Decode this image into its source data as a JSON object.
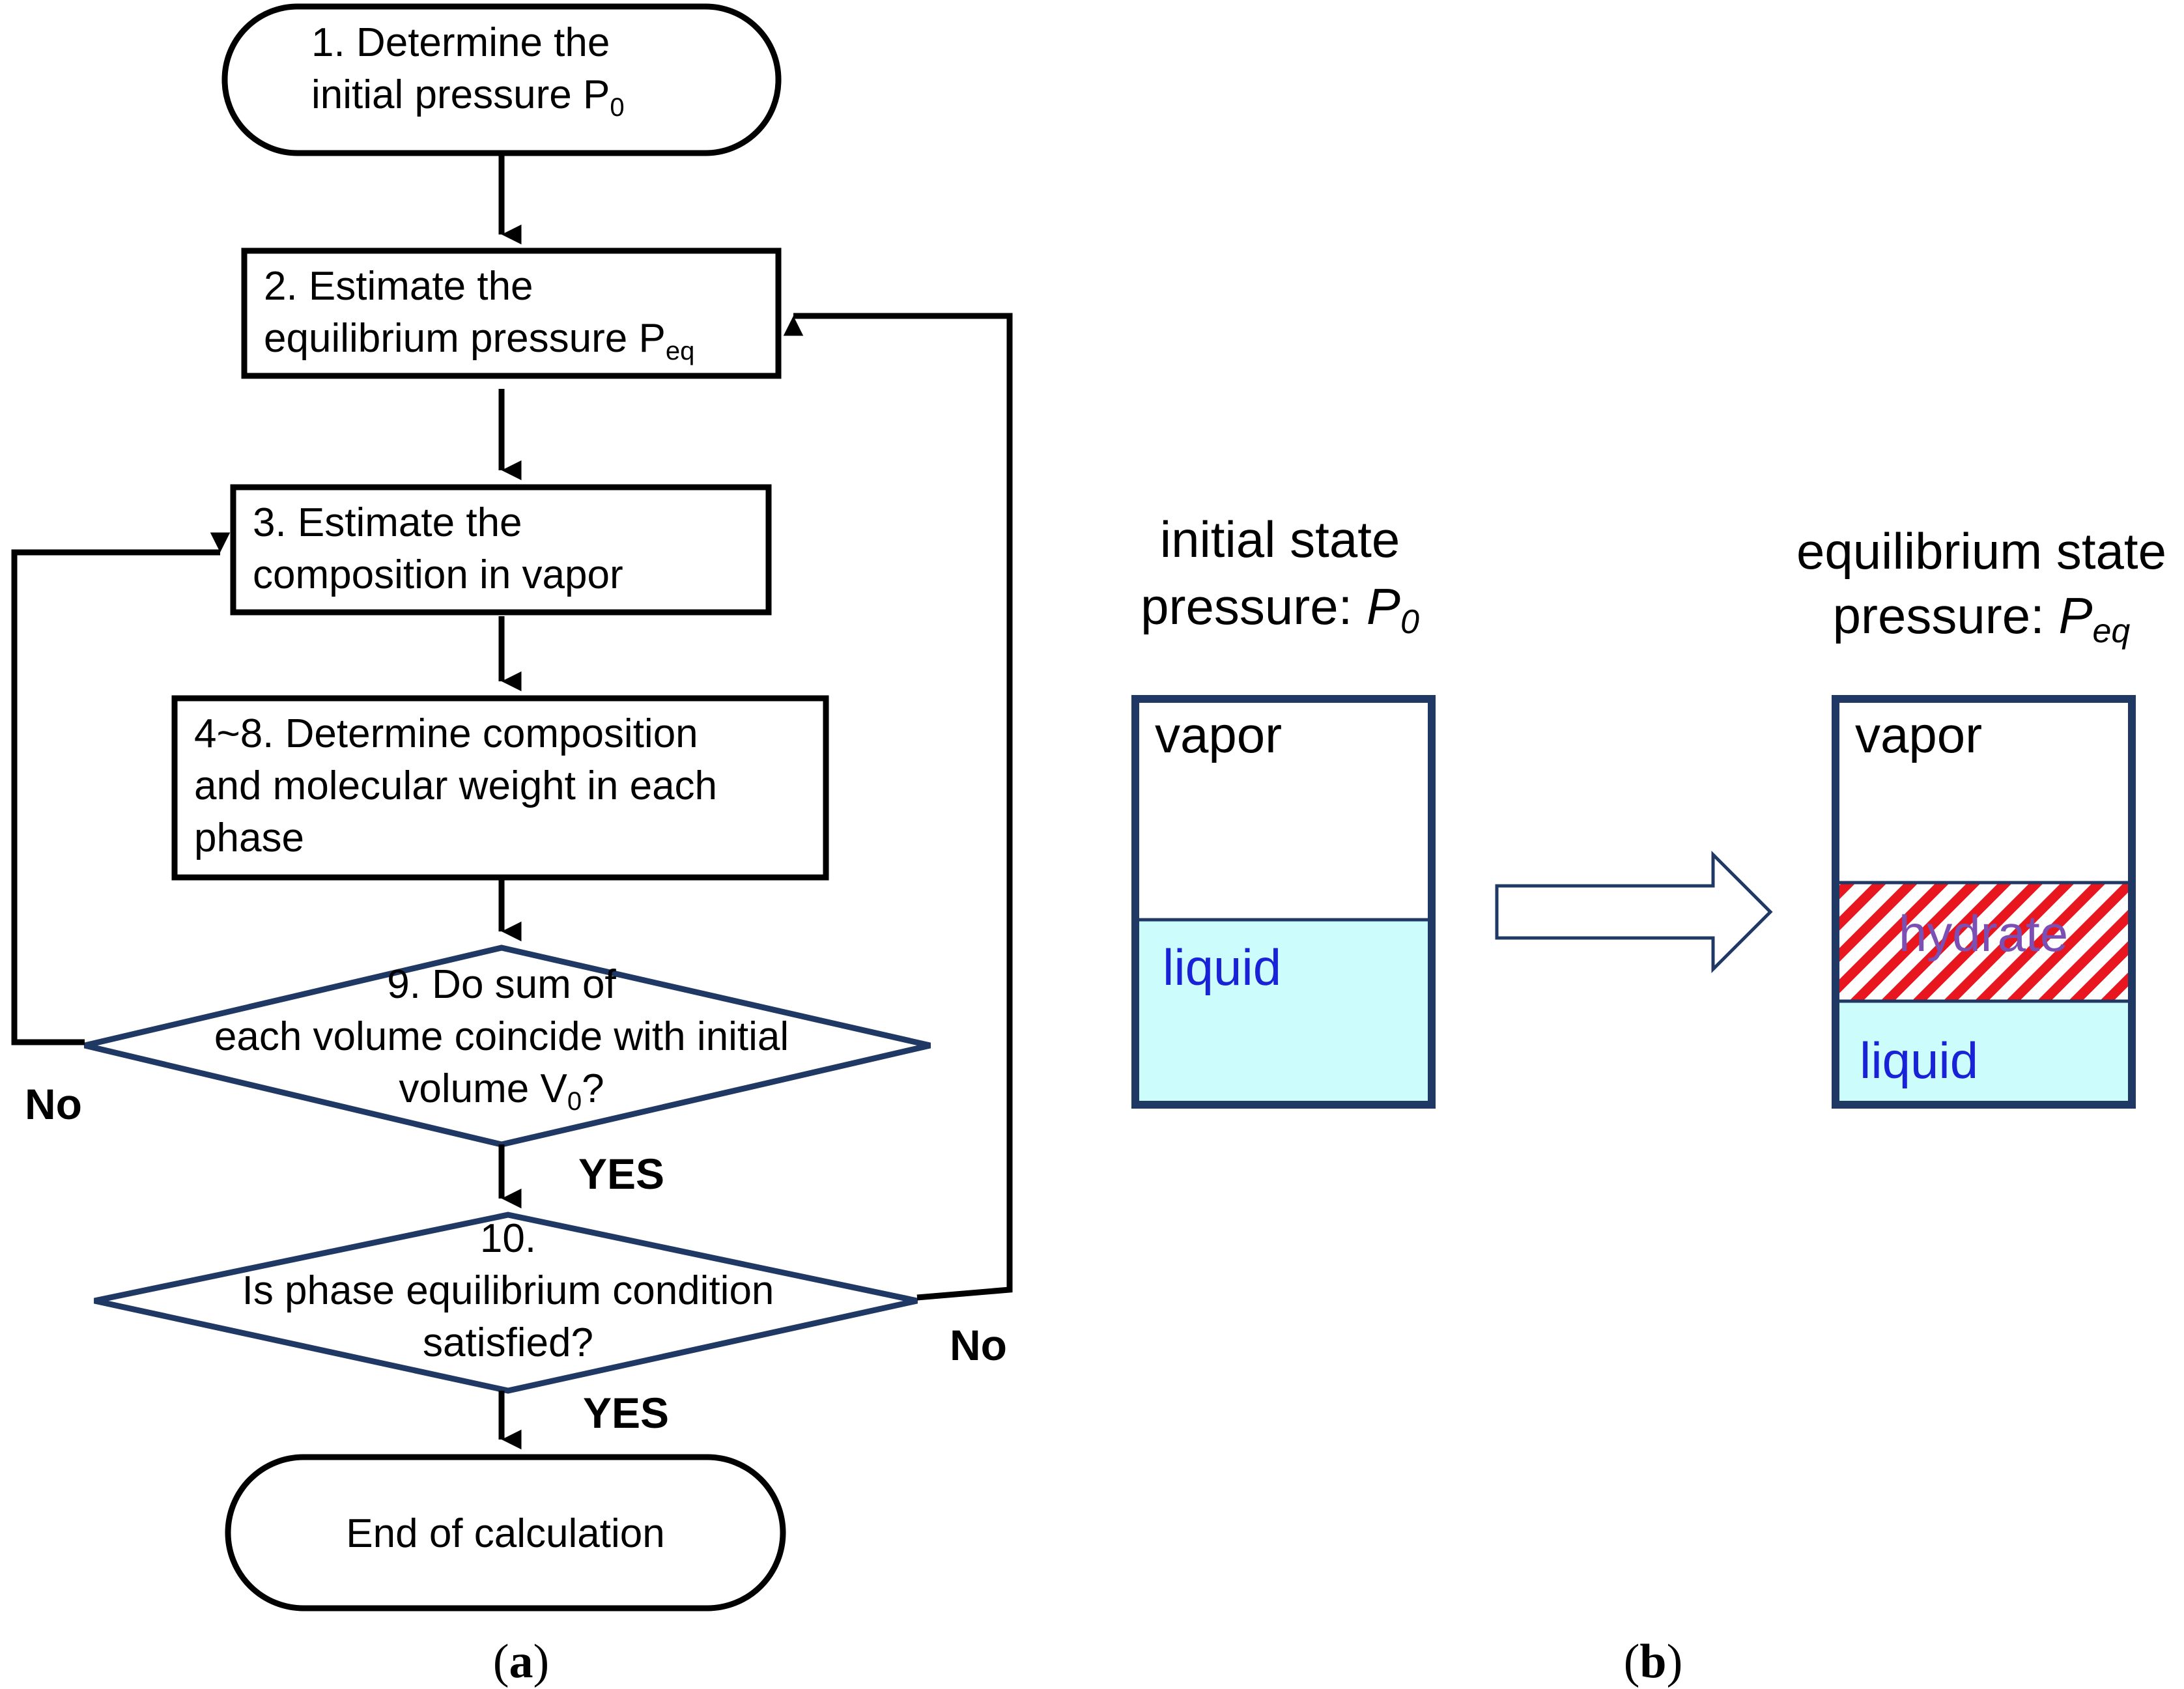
{
  "flowchart": {
    "n1": {
      "line1": "1. Determine  the",
      "line2": "initial pressure P",
      "sub": "0"
    },
    "n2": {
      "line1": "2. Estimate  the",
      "line2": "equilibrium  pressure  P",
      "sub": "eq"
    },
    "n3": {
      "line1": "3. Estimate  the",
      "line2": "composition  in  vapor"
    },
    "n4": {
      "line1": "4~8. Determine  composition",
      "line2": "and molecular  weight  in each",
      "line3": "phase"
    },
    "n9": {
      "line1": "9. Do sum of",
      "line2": "each  volume  coincide with initial",
      "line3": "volume  V",
      "sub": "0",
      "tail": "?"
    },
    "n10": {
      "line1": "10.",
      "line2": "Is phase equilibrium  condition",
      "line3": "satisfied?"
    },
    "end": {
      "label": "End of calculation"
    },
    "labels": {
      "no_left": "No",
      "yes_9": "YES",
      "yes_10": "YES",
      "no_right": "No"
    }
  },
  "states": {
    "initial": {
      "title": "initial state",
      "pressure_label": "pressure: ",
      "p_symbol": "P",
      "p_sub": "0",
      "vapor": "vapor",
      "liquid": "liquid"
    },
    "equilibrium": {
      "title": "equilibrium state",
      "pressure_label": "pressure: ",
      "p_symbol": "P",
      "p_sub": "eq",
      "vapor": "vapor",
      "hydrate": "hydrate",
      "liquid": "liquid"
    }
  },
  "captions": {
    "a_open": "(",
    "a_letter": "a",
    "a_close": ")",
    "b_open": "(",
    "b_letter": "b",
    "b_close": ")"
  },
  "colors": {
    "liquid_fill": "#ccfcfc",
    "liquid_text": "#1a22d8",
    "hydrate_stripe": "#e8161e",
    "hydrate_text": "#7b4fb4",
    "box_border": "#1f3864"
  }
}
